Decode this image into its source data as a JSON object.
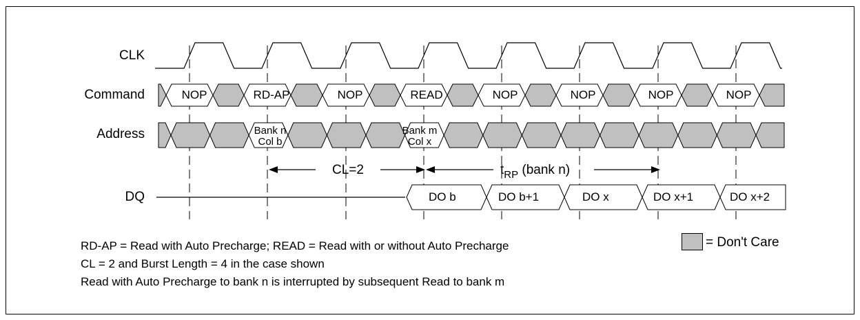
{
  "signals": {
    "clk": "CLK",
    "command": "Command",
    "address": "Address",
    "dq": "DQ"
  },
  "commands": [
    "NOP",
    "RD-AP",
    "NOP",
    "READ",
    "NOP",
    "NOP",
    "NOP",
    "NOP"
  ],
  "address_cells": [
    {
      "line1": "Bank n",
      "line2": "Col b"
    },
    {
      "line1": "Bank m",
      "line2": "Col x"
    }
  ],
  "dq_outputs": [
    "DO b",
    "DO b+1",
    "DO x",
    "DO x+1",
    "DO x+2"
  ],
  "timing": {
    "cl_label": "CL=2",
    "trp_prefix": "t",
    "trp_sub": "RP",
    "trp_suffix": " (bank n)"
  },
  "legend": {
    "dont_care": "= Don't Care",
    "dont_care_color": "#c0c0c0"
  },
  "notes": [
    "RD-AP = Read with Auto Precharge; READ = Read with or without Auto Precharge",
    "CL = 2 and Burst Length = 4 in the case shown",
    "Read with Auto Precharge to bank n is interrupted by subsequent Read to bank m"
  ]
}
